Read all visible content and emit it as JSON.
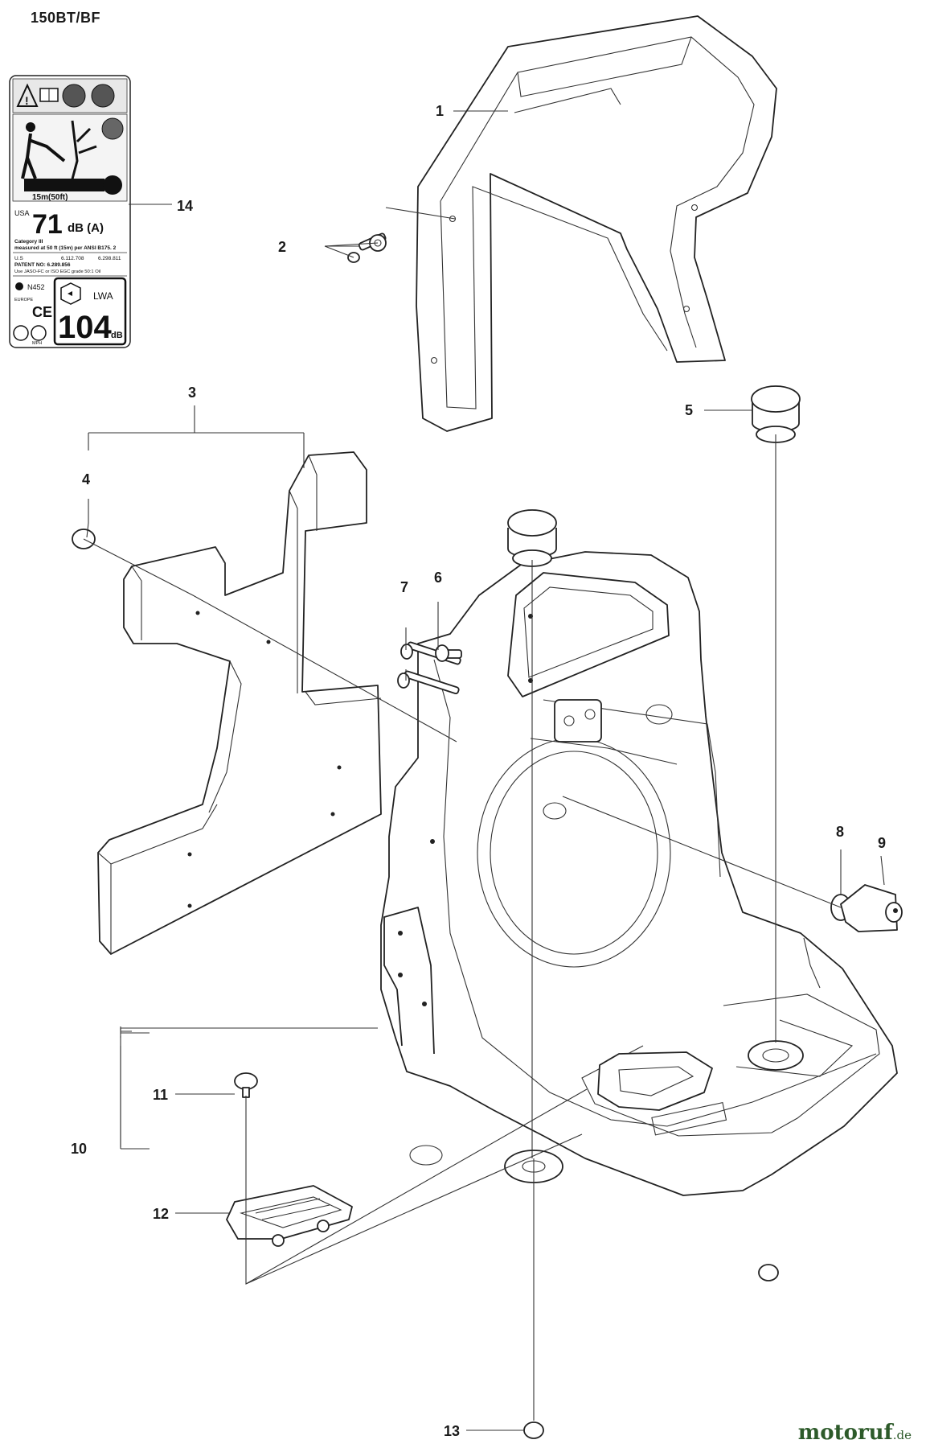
{
  "model_title": "150BT/BF",
  "callouts": {
    "c1": "1",
    "c2": "2",
    "c3": "3",
    "c4": "4",
    "c5": "5",
    "c6": "6",
    "c7": "7",
    "c8": "8",
    "c9": "9",
    "c10": "10",
    "c11": "11",
    "c12": "12",
    "c13": "13",
    "c14": "14"
  },
  "decal": {
    "region": "USA",
    "noise_value": "71",
    "noise_unit": "dB (A)",
    "category": "Category III",
    "measured": "measured at 50 ft (15m) per ANSI B175. 2",
    "us_label": "U.S",
    "patent_a": "6.112.708",
    "patent_b": "6.298.811",
    "patent_label": "PATENT NO: 6.289.856",
    "oil_note": "Use JASO-FC or ISO EGC grade 50:1 Oil",
    "distance_label": "15m(50ft)",
    "europe_label": "EUROPE",
    "n_code": "N452",
    "ce_mark": "CE",
    "lwa_label": "LWA",
    "lwa_value": "104",
    "lwa_unit": "dB",
    "mph_label": "MPH"
  },
  "watermark": {
    "brand": "motoruf",
    "suffix": ".de"
  }
}
